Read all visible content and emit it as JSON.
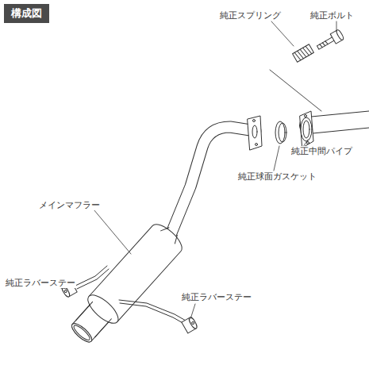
{
  "diagram": {
    "title": "構成図",
    "labels": [
      "純正スプリング",
      "純正ボルト",
      "純正中間パイプ",
      "純正球面ガスケット",
      "メインマフラー",
      "純正ラバーステー",
      "純正ラバーステー"
    ]
  }
}
